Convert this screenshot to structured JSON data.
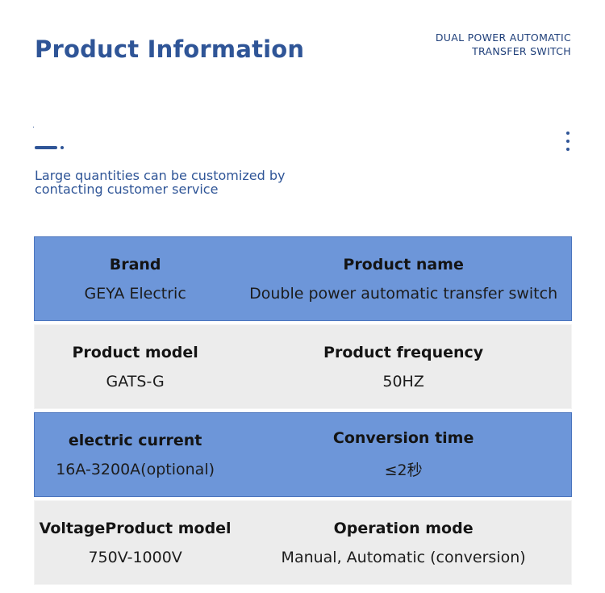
{
  "header": {
    "title": "Product Information",
    "subtitle_line1": "DUAL POWER AUTOMATIC",
    "subtitle_line2": "TRANSFER SWITCH"
  },
  "note": "Large quantities can be customized by contacting customer service",
  "colors": {
    "accent": "#2f5597",
    "row_blue": "#6d96d9",
    "row_gray": "#ececec"
  },
  "rows": [
    {
      "left": {
        "label": "Brand",
        "value": "GEYA Electric"
      },
      "right": {
        "label": "Product name",
        "value": "Double power automatic transfer switch"
      }
    },
    {
      "left": {
        "label": "Product model",
        "value": "GATS-G"
      },
      "right": {
        "label": "Product frequency",
        "value": "50HZ"
      }
    },
    {
      "left": {
        "label": "electric current",
        "value": "16A-3200A(optional)"
      },
      "right": {
        "label": "Conversion time",
        "value": "≤2秒"
      }
    },
    {
      "left": {
        "label": "VoltageProduct model",
        "value": "750V-1000V"
      },
      "right": {
        "label": "Operation mode",
        "value": "Manual, Automatic (conversion)"
      }
    }
  ]
}
